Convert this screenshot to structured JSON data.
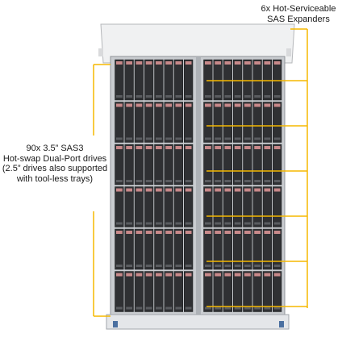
{
  "callouts": {
    "expanders": {
      "lines": [
        "6x Hot-Serviceable",
        "SAS Expanders"
      ],
      "color": "#F5B800"
    },
    "drives": {
      "lines": [
        "90x 3.5” SAS3",
        "Hot-swap Dual-Port drives",
        "(2.5” drives also supported",
        "with tool-less trays)"
      ],
      "color": "#F5B800"
    }
  },
  "chassis": {
    "drive_rows": 6,
    "drives_per_row_per_side": 8,
    "expander_count": 6,
    "drive_color": "#2f3033",
    "drive_latch_color": "#c8898a",
    "frame_color": "#b9bcc0"
  }
}
